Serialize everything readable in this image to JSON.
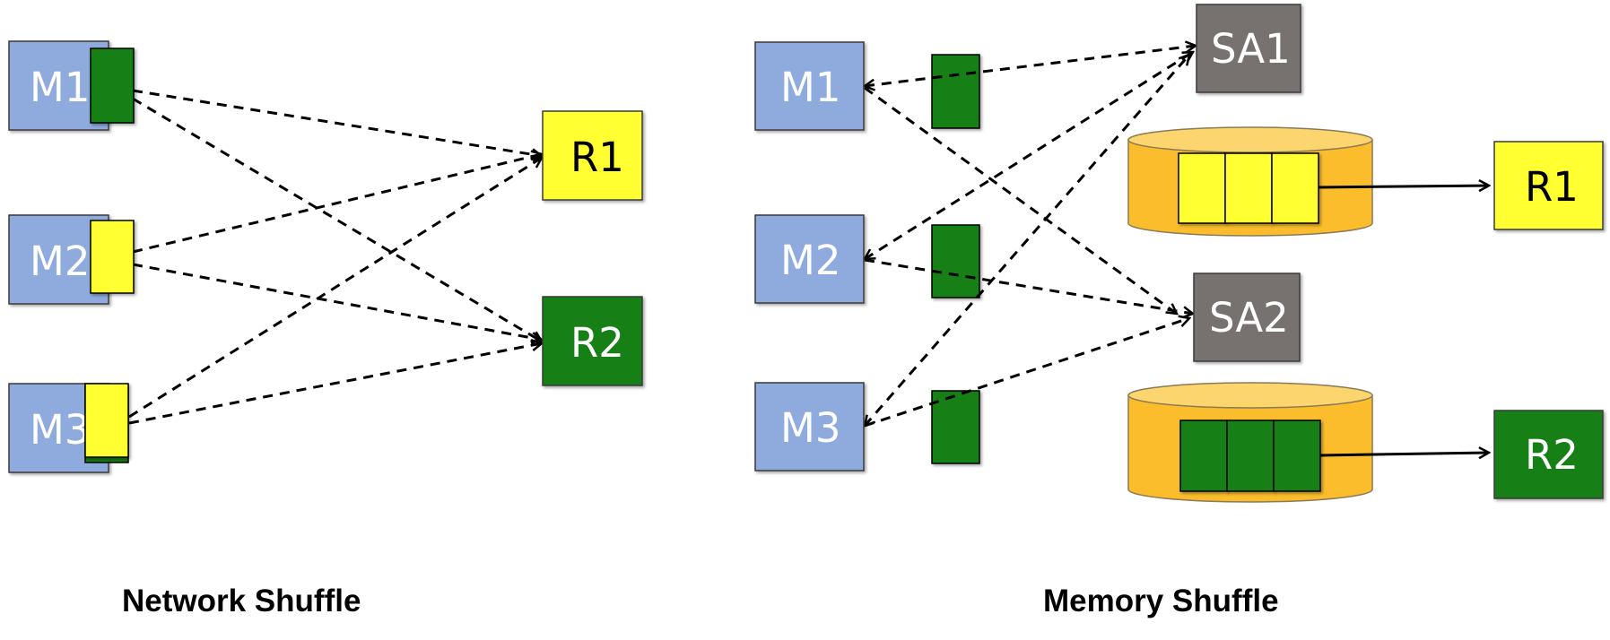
{
  "network_shuffle": {
    "caption": "Network Shuffle",
    "mappers": [
      {
        "label": "M1",
        "block_color": "green"
      },
      {
        "label": "M2",
        "block_color": "yellow"
      },
      {
        "label": "M3",
        "block_color": "yellow"
      }
    ],
    "reducers": [
      {
        "label": "R1",
        "color": "yellow"
      },
      {
        "label": "R2",
        "color": "green"
      }
    ],
    "edges": [
      {
        "from": "M1",
        "to": "R1"
      },
      {
        "from": "M1",
        "to": "R2"
      },
      {
        "from": "M2",
        "to": "R1"
      },
      {
        "from": "M2",
        "to": "R2"
      },
      {
        "from": "M3",
        "to": "R1"
      },
      {
        "from": "M3",
        "to": "R2"
      }
    ]
  },
  "memory_shuffle": {
    "caption": "Memory Shuffle",
    "mappers": [
      {
        "label": "M1"
      },
      {
        "label": "M2"
      },
      {
        "label": "M3"
      }
    ],
    "shuffle_agents": [
      {
        "label": "SA1"
      },
      {
        "label": "SA2"
      }
    ],
    "stores": [
      {
        "block_color": "yellow",
        "block_count": 3,
        "reducer": "R1"
      },
      {
        "block_color": "green",
        "block_count": 3,
        "reducer": "R2"
      }
    ],
    "reducers": [
      {
        "label": "R1",
        "color": "yellow"
      },
      {
        "label": "R2",
        "color": "green"
      }
    ],
    "edges": [
      {
        "from": "M1",
        "to": "SA1",
        "bidirectional": true
      },
      {
        "from": "M1",
        "to": "SA2"
      },
      {
        "from": "M2",
        "to": "SA1",
        "bidirectional": true
      },
      {
        "from": "M2",
        "to": "SA2"
      },
      {
        "from": "M3",
        "to": "SA1",
        "bidirectional": true
      },
      {
        "from": "M3",
        "to": "SA2"
      }
    ]
  },
  "colors": {
    "mapper": "#8faadc",
    "yellow": "#ffff33",
    "green": "#127f12",
    "agent": "#777170",
    "cylinder": "#fbbd2c",
    "cylinder_top": "#fdd56e"
  }
}
